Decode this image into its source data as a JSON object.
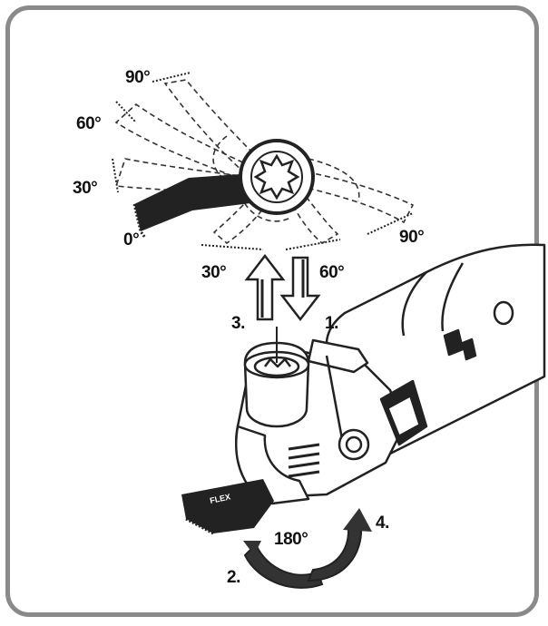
{
  "angles": {
    "deg_0": "0°",
    "deg_30_left": "30°",
    "deg_60_left": "60°",
    "deg_90_top": "90°",
    "deg_90_right": "90°",
    "deg_30_bottom": "30°",
    "deg_60_bottom": "60°",
    "deg_180": "180°"
  },
  "steps": {
    "step_1": "1.",
    "step_2": "2.",
    "step_3": "3.",
    "step_4": "4."
  },
  "blade_brand": "FLEX"
}
